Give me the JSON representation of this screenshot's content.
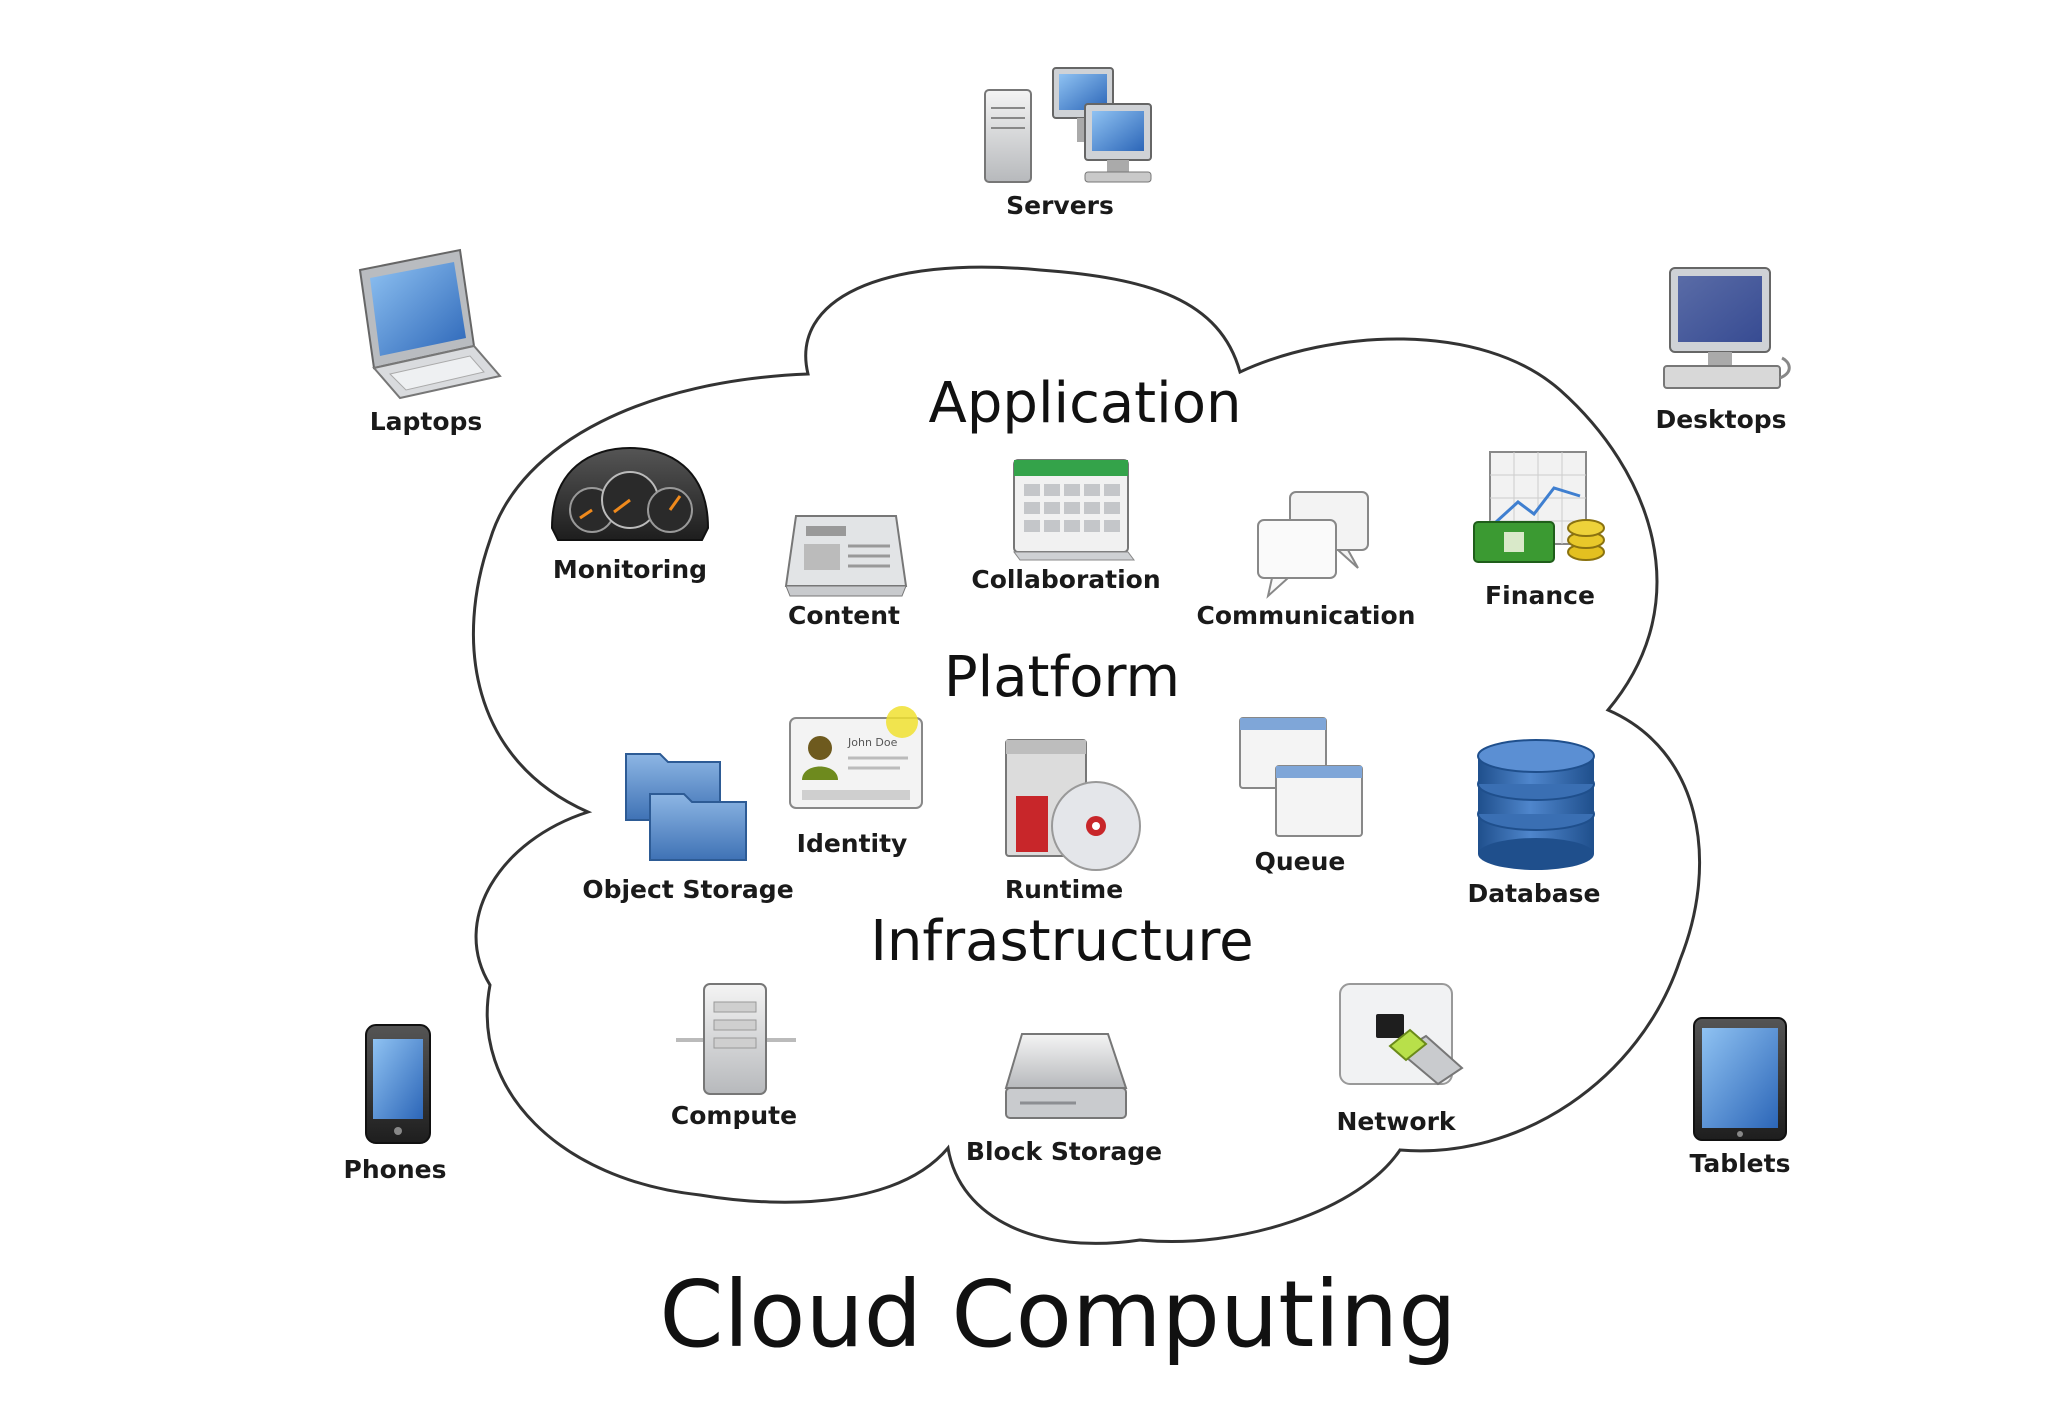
{
  "title": "Cloud Computing",
  "layers": {
    "application": "Application",
    "platform": "Platform",
    "infrastructure": "Infrastructure"
  },
  "devices": {
    "servers": "Servers",
    "laptops": "Laptops",
    "desktops": "Desktops",
    "phones": "Phones",
    "tablets": "Tablets"
  },
  "application_items": {
    "monitoring": "Monitoring",
    "content": "Content",
    "collaboration": "Collaboration",
    "communication": "Communication",
    "finance": "Finance"
  },
  "platform_items": {
    "object_storage": "Object Storage",
    "identity": "Identity",
    "runtime": "Runtime",
    "queue": "Queue",
    "database": "Database"
  },
  "infrastructure_items": {
    "compute": "Compute",
    "block_storage": "Block Storage",
    "network": "Network"
  },
  "colors": {
    "cloud_stroke": "#333333",
    "screen_blue": "#3f7fd0",
    "folder_blue": "#5b8fcf",
    "db_blue": "#2f63a8",
    "finance_green": "#3b9a32",
    "coin_gold": "#e3c020",
    "calendar_green": "#34a34a",
    "runtime_red": "#c8262a"
  },
  "identity_card": {
    "name": "John Doe"
  }
}
